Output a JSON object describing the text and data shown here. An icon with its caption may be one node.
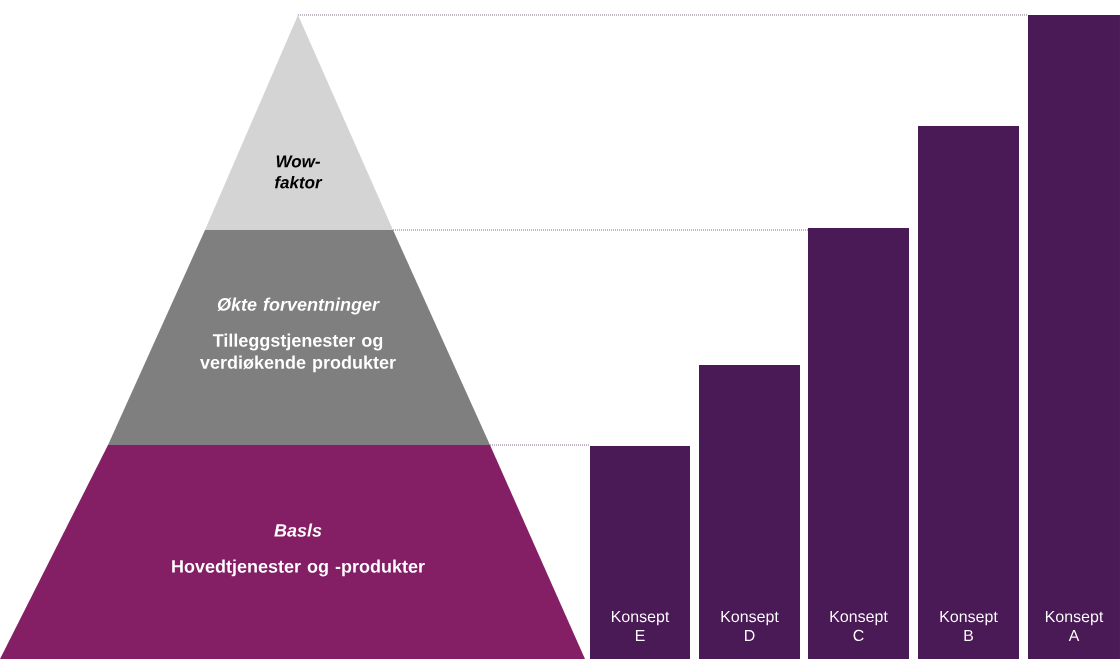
{
  "diagram": {
    "nodes": [
      {
        "text": [
          "Wow- faktor"
        ]
      },
      {
        "text": [
          "Økte forventninger",
          "Tilleggstjenester og verdiøkende produkter"
        ]
      },
      {
        "text": [
          "Basls",
          "Hovedtjenester og -produkter"
        ]
      },
      {
        "text": [
          "Konsept E"
        ]
      },
      {
        "text": [
          "Konsept D"
        ]
      },
      {
        "text": [
          "Konsept C"
        ]
      },
      {
        "text": [
          "Konsept B"
        ]
      },
      {
        "text": [
          "Konsept A"
        ]
      }
    ],
    "edges": [
      {
        "from": 0,
        "to": 7,
        "arrow": "none",
        "style": "dashed"
      },
      {
        "from": 0,
        "to": 5,
        "arrow": "none",
        "style": "dashed"
      },
      {
        "from": 1,
        "to": 3,
        "arrow": "none",
        "style": "dashed"
      }
    ]
  }
}
